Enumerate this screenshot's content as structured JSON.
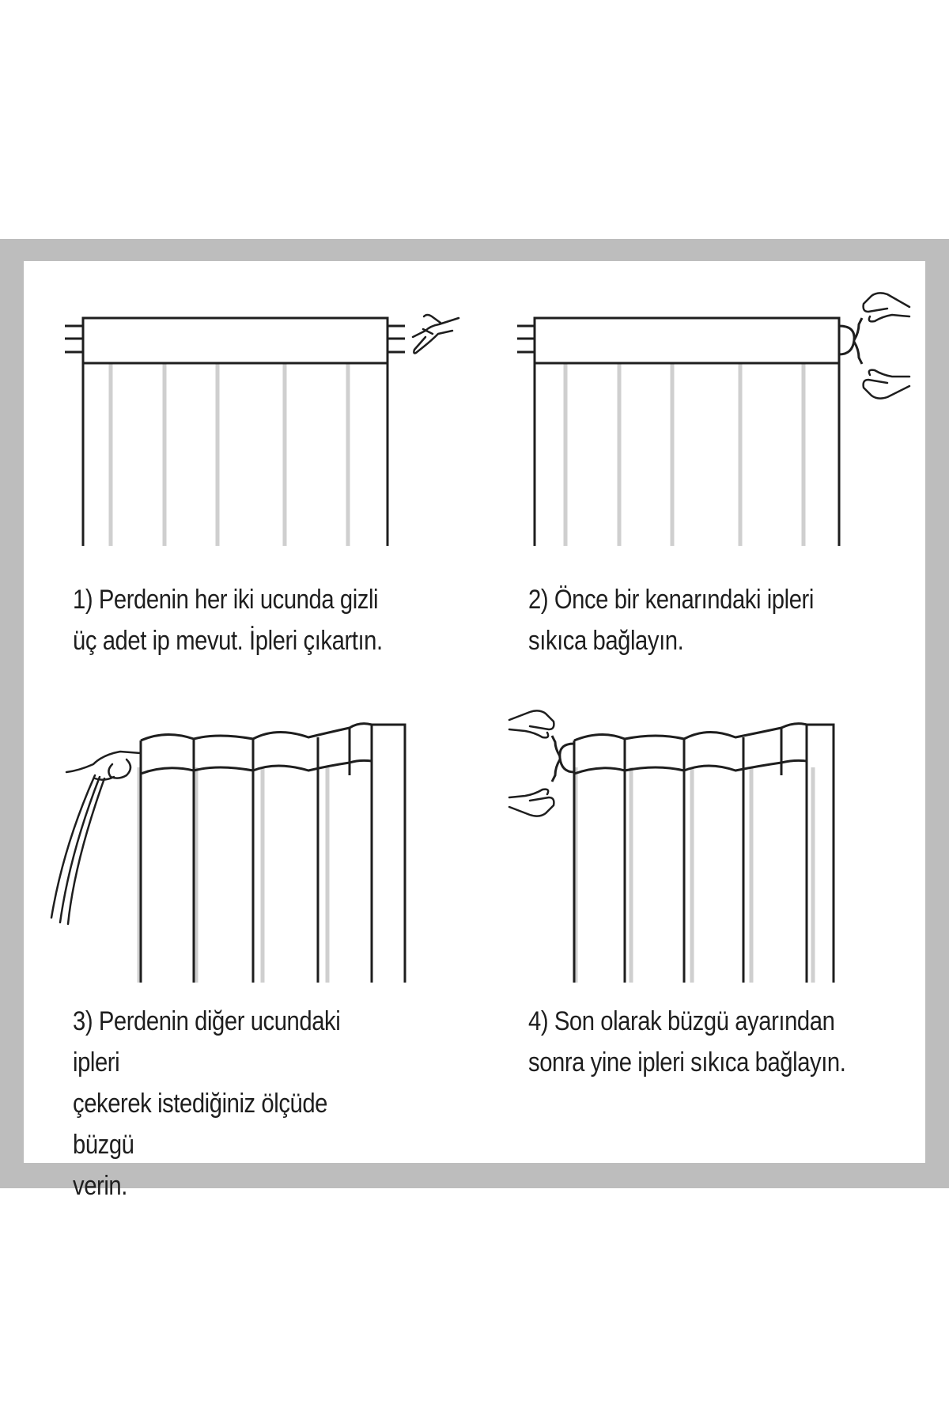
{
  "colors": {
    "frame": "#bdbdbd",
    "panel": "#ffffff",
    "line": "#1e1e1e",
    "pleat": "#cfcfcf"
  },
  "steps": [
    {
      "id": 1,
      "caption": "1) Perdenin her iki ucunda gizli\nüç adet ip mevut. İpleri çıkartın.",
      "icons": [
        "curtain-flat-icon",
        "cord-ends-icon",
        "hand-pointing-icon"
      ]
    },
    {
      "id": 2,
      "caption": "2) Önce bir kenarındaki ipleri\nsıkıca bağlayın.",
      "icons": [
        "curtain-flat-icon",
        "cord-knot-icon",
        "hand-tying-icon"
      ]
    },
    {
      "id": 3,
      "caption": "3) Perdenin diğer ucundaki ipleri\nçekerek istediğiniz ölçüde büzgü\nverin.",
      "icons": [
        "curtain-gathered-icon",
        "hand-pulling-cords-icon"
      ]
    },
    {
      "id": 4,
      "caption": "4) Son olarak büzgü ayarından\nsonra yine ipleri sıkıca bağlayın.",
      "icons": [
        "curtain-gathered-icon",
        "cord-knot-icon",
        "hand-tying-icon"
      ]
    }
  ]
}
